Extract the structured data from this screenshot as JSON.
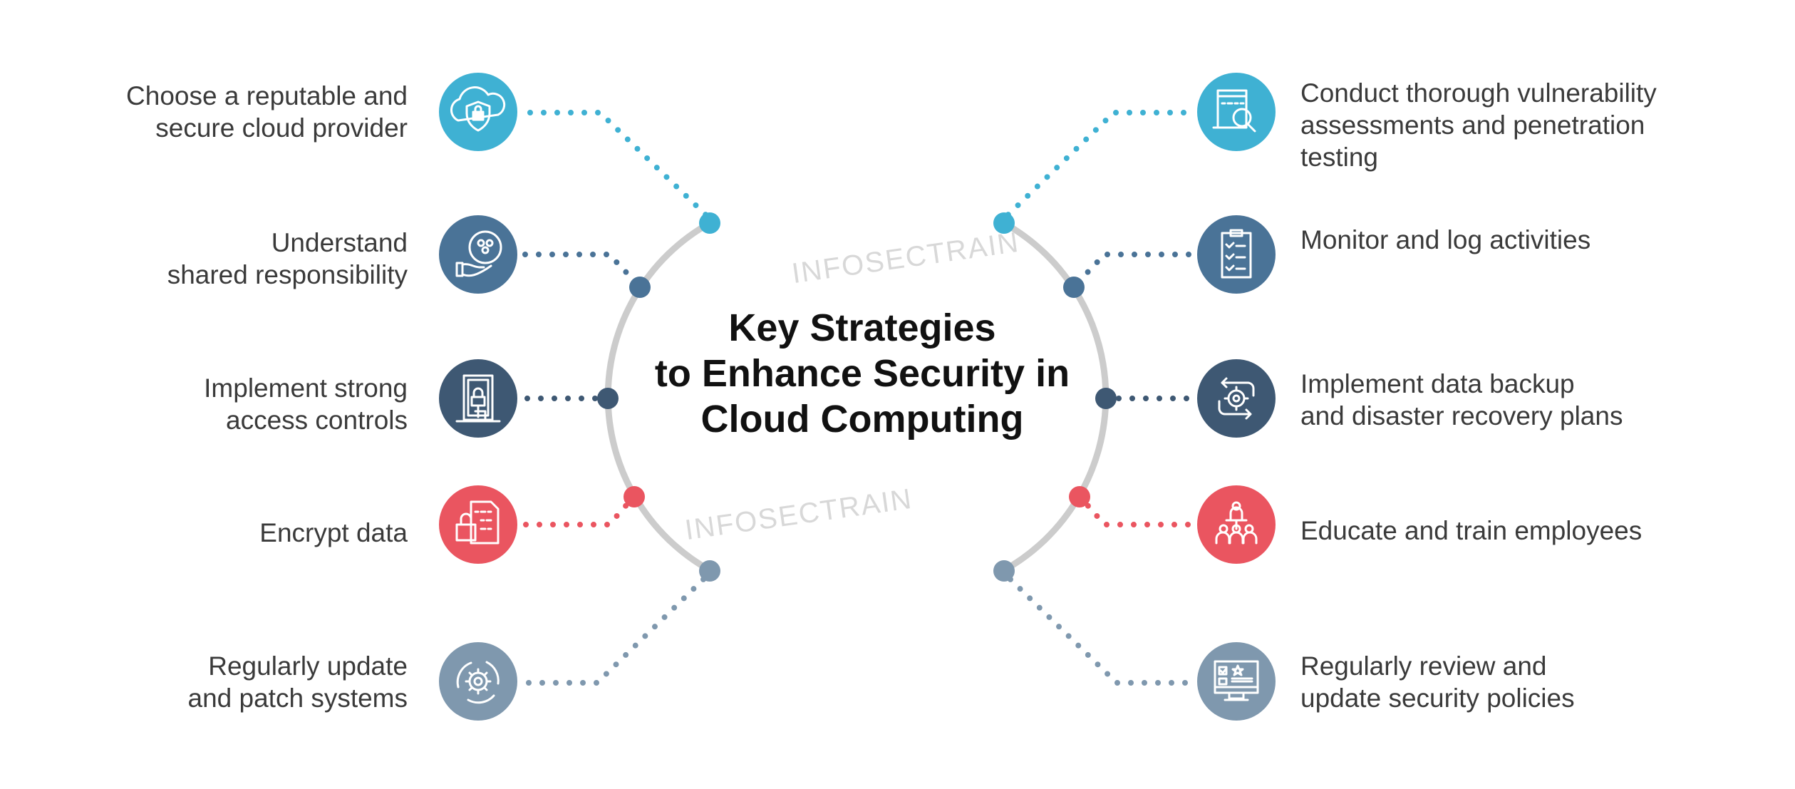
{
  "title": {
    "lines": [
      "Key Strategies",
      "to Enhance Security in",
      "Cloud Computing"
    ]
  },
  "watermark": "INFOSECTRAIN",
  "colors": {
    "cyan": "#3fb1d3",
    "steel": "#4a7397",
    "navy": "#3e5873",
    "red": "#ea5560",
    "slate": "#7f98ae",
    "arc": "#cccccc",
    "text": "#3a3a3a"
  },
  "left_items": [
    {
      "label": "Choose a reputable and\nsecure cloud provider",
      "icon": "cloud-lock-icon",
      "color": "#3fb1d3"
    },
    {
      "label": "Understand\nshared responsibility",
      "icon": "hand-group-icon",
      "color": "#4a7397"
    },
    {
      "label": "Implement strong\naccess controls",
      "icon": "door-access-icon",
      "color": "#3e5873"
    },
    {
      "label": "Encrypt data",
      "icon": "encrypted-file-icon",
      "color": "#ea5560"
    },
    {
      "label": "Regularly update\nand patch systems",
      "icon": "gear-cycle-icon",
      "color": "#7f98ae"
    }
  ],
  "right_items": [
    {
      "label": "Conduct thorough vulnerability\nassessments and penetration\n testing",
      "icon": "code-search-icon",
      "color": "#3fb1d3"
    },
    {
      "label": "Monitor and log activities",
      "icon": "checklist-clipboard-icon",
      "color": "#4a7397"
    },
    {
      "label": "Implement data backup\nand disaster recovery plans",
      "icon": "backup-gear-icon",
      "color": "#3e5873"
    },
    {
      "label": "Educate and train employees",
      "icon": "training-group-icon",
      "color": "#ea5560"
    },
    {
      "label": "Regularly review and\nupdate security policies",
      "icon": "monitor-review-icon",
      "color": "#7f98ae"
    }
  ]
}
